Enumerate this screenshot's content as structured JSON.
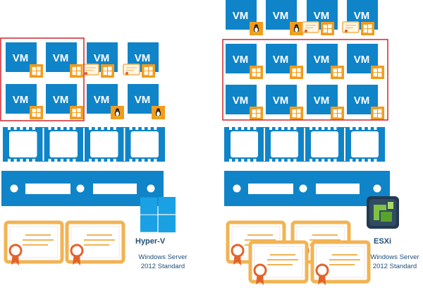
{
  "vm_label": "VM",
  "colors": {
    "vm_blue": "#0f84c8",
    "chip_fill": "#ffffff",
    "host_blue": "#0f84c8",
    "license_orange": "#f2b352",
    "license_ribbon": "#e3632b",
    "highlight_red": "#d0262e",
    "windows_blue": "#1aa1e3",
    "os_badge_orange": "#f39c1c",
    "esxi_green": "#80c243",
    "esxi_dark": "#223a50"
  },
  "left_panel": {
    "hypervisor_name": "Hyper-V",
    "license_line1": "Windows Server",
    "license_line2": "2012 Standard",
    "hypervisor_icon": "windows-logo-icon",
    "highlighted_vm_count": 4,
    "vms": [
      {
        "os": "windows"
      },
      {
        "os": "windows"
      },
      {
        "os": "windows-license"
      },
      {
        "os": "windows-license"
      },
      {
        "os": "windows"
      },
      {
        "os": "windows"
      },
      {
        "os": "linux"
      },
      {
        "os": "linux"
      }
    ],
    "license_certificates": 2
  },
  "right_panel": {
    "hypervisor_name": "ESXi",
    "license_line1": "Windows Server",
    "license_line2": "2012 Standard",
    "hypervisor_icon": "vmware-esxi-icon",
    "highlighted_vm_count": 8,
    "top_row_vms": [
      {
        "os": "linux"
      },
      {
        "os": "linux"
      },
      {
        "os": "windows-license"
      },
      {
        "os": "windows-license"
      }
    ],
    "license_certificates": 4
  }
}
